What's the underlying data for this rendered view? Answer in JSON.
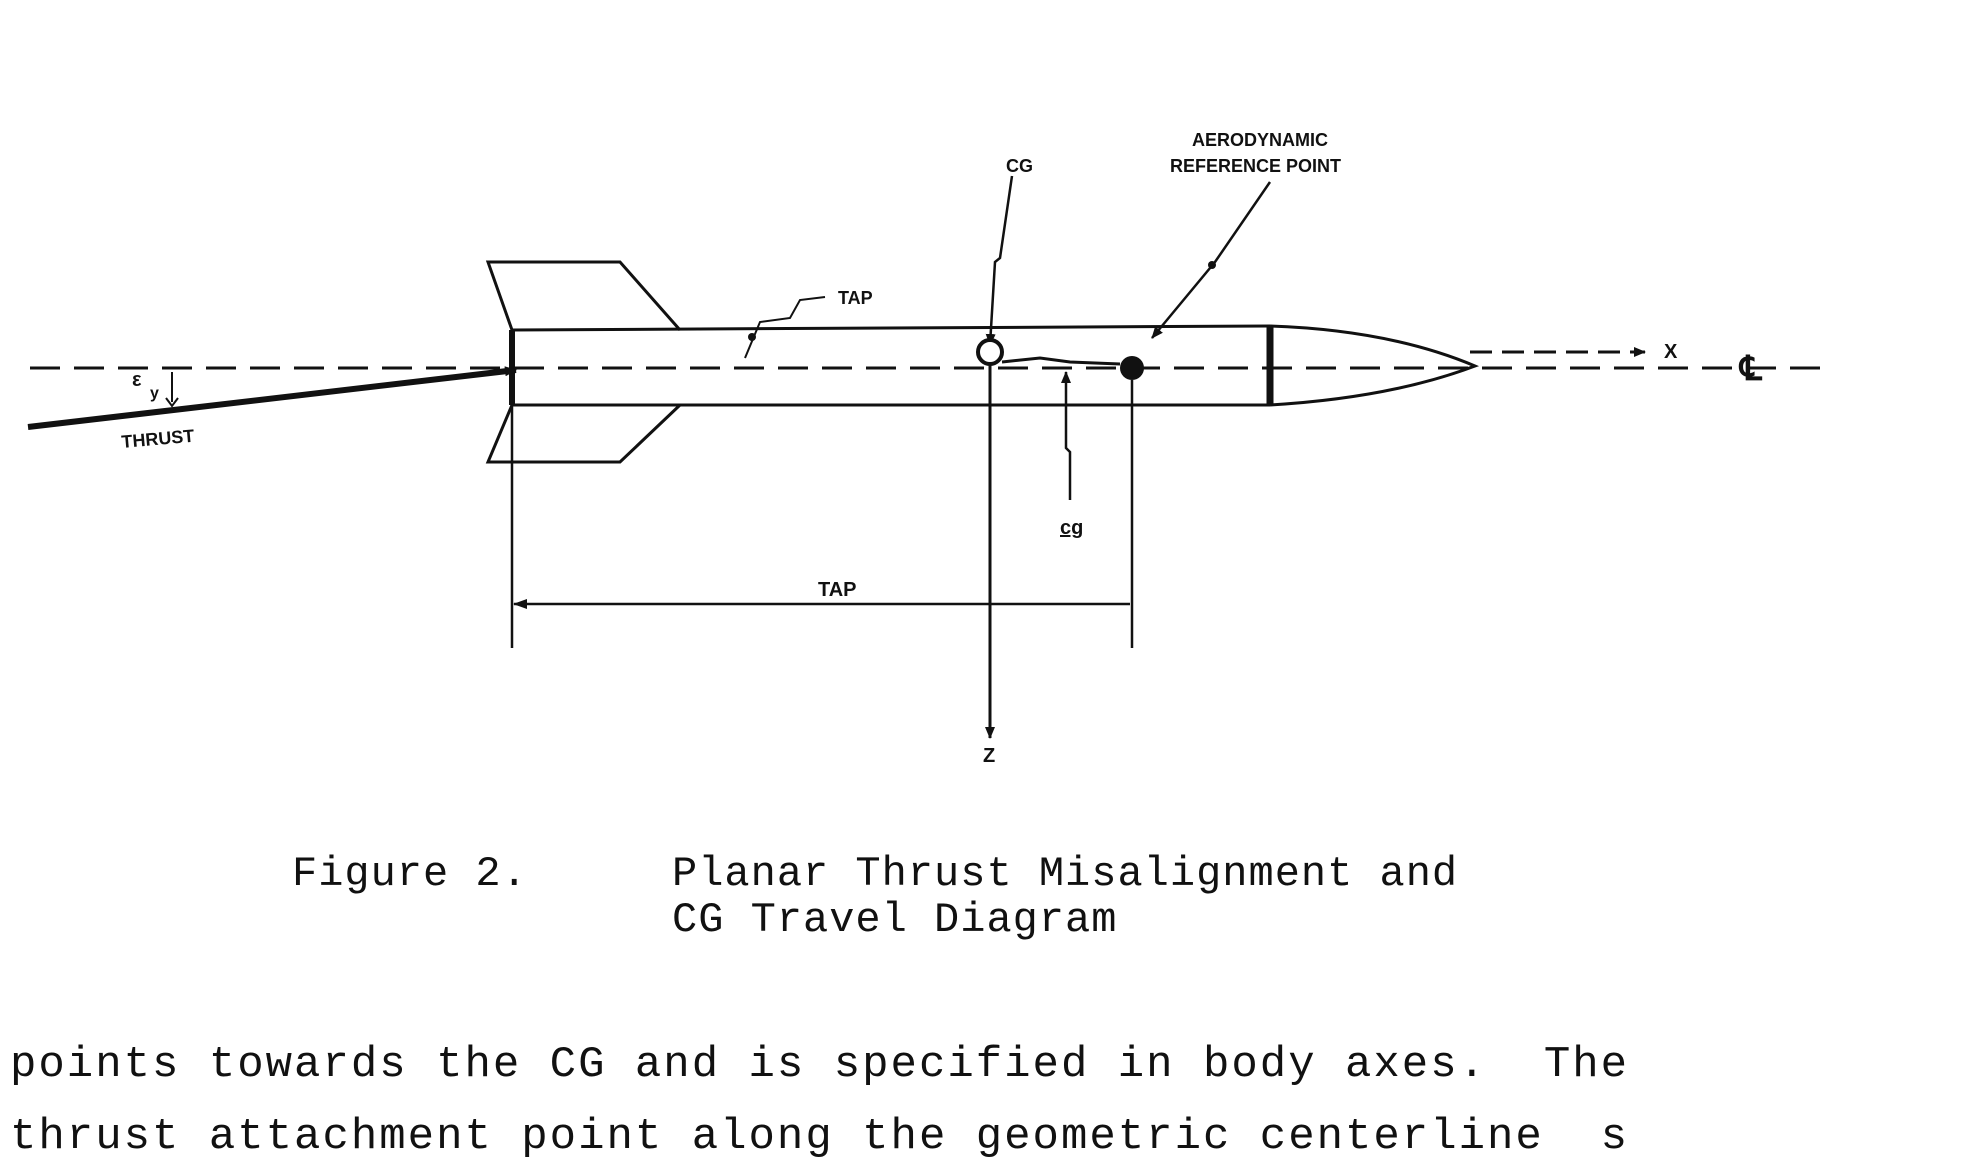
{
  "diagram": {
    "labels": {
      "cg": "CG",
      "aero_ref_line1": "AERODYNAMIC",
      "aero_ref_line2": "REFERENCE POINT",
      "tap_angle": "TAP",
      "x_axis": "X",
      "z_axis": "Z",
      "epsilon": "ε",
      "epsilon_sub": "y",
      "thrust": "THRUST",
      "cg_travel": "cg",
      "tap_dimension": "TAP",
      "centerline": "℄"
    }
  },
  "caption": {
    "figure_label": "Figure 2.",
    "title_line1": "Planar Thrust Misalignment and",
    "title_line2": "CG Travel Diagram"
  },
  "body_text": {
    "line1": "points towards the CG and is specified in body axes.  The",
    "line2": "thrust attachment point along the geometric centerline  s"
  }
}
